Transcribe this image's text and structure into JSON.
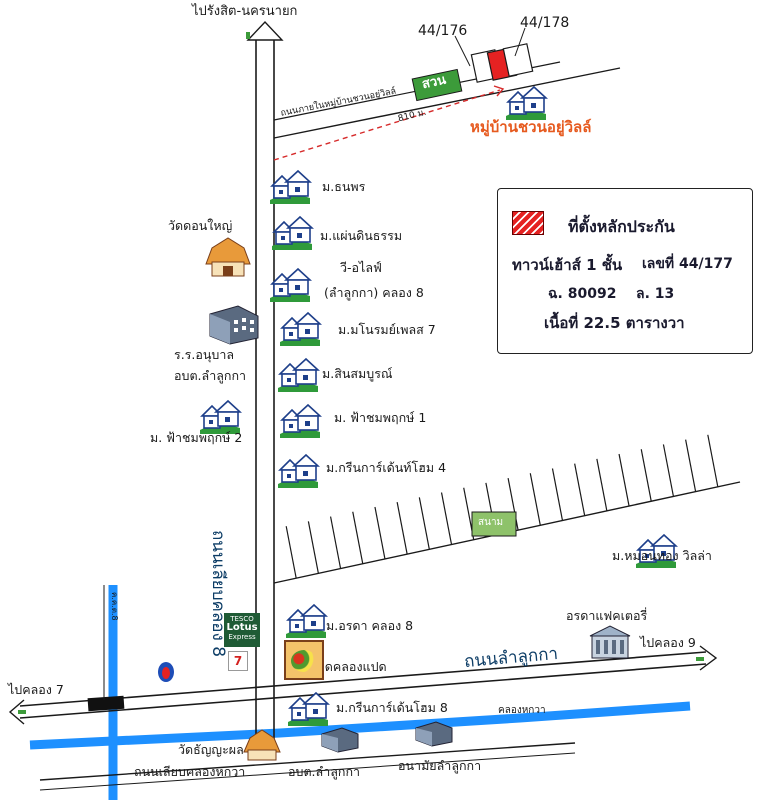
{
  "colors": {
    "road": "#1a1a1a",
    "canal": "#1e90ff",
    "route_dashed": "#d62a2a",
    "highlight": "#e65a1f",
    "park_green": "#3c9b3a",
    "plot_red": "#e52222",
    "road_name_blue": "#0d3d66"
  },
  "directions": {
    "north": "ไปรังสิต-นครนายก",
    "west": "ไปคลอง 7",
    "east": "ไปคลอง 9"
  },
  "roads": {
    "main_vertical": "ถนนเลียบคลอง 8",
    "lamlukka": "ถนนลำลูกกา",
    "bottom": "ถนนเลียบคลองหกวา",
    "inner_road": "ถนนภายในหมู่บ้านชวนอยู่วิลล์",
    "distance": "810 ม.",
    "klong_small": "ค.ค.ต.8"
  },
  "canal": {
    "label": "คลองหกวา"
  },
  "top_area": {
    "plot_left": "44/176",
    "plot_right": "44/178",
    "suan": "สวน",
    "village_name": "หมู่บ้านชวนอยู่วิลล์"
  },
  "villages": [
    {
      "label": "ม.ธนพร",
      "icon": "house-icon"
    },
    {
      "label": "ม.แผ่นดินธรรม",
      "icon": "house-icon"
    },
    {
      "label": "วี-อไลฟ์",
      "icon": "house-icon"
    },
    {
      "label": "(ลำลูกกา) คลอง 8",
      "icon": ""
    },
    {
      "label": "ม.มโนรมย์เพลส 7",
      "icon": "house-icon"
    },
    {
      "label": "ม.สินสมบูรณ์",
      "icon": "house-icon"
    },
    {
      "label": "ม. ฟ้าชมพฤกษ์ 1",
      "icon": "house-icon"
    },
    {
      "label": "ม.กรีนการ์เด้นท์โฮม 4",
      "icon": "house-icon"
    },
    {
      "label": "ม.อรดา คลอง 8",
      "icon": "house-icon"
    },
    {
      "label": "ม.กรีนการ์เด้นโฮม 8",
      "icon": "house-icon"
    }
  ],
  "left_places": {
    "wat_don_yai": "วัดดอนใหญ่",
    "school_line1": "ร.ร.อนุบาล",
    "school_line2": "อบต.ลำลูกกา",
    "fah_chom_2": "ม. ฟ้าชมพฤกษ์ 2"
  },
  "right_places": {
    "sanam": "สนาม",
    "mon_thong": "ม.หมอนทอง วิลล่า",
    "factory": "อรดาแฟคเตอรี่"
  },
  "bottom_places": {
    "market": "ตลาดคลองแปด",
    "wat_thanyaphon": "วัดธัญญะผล",
    "obt": "อบต.ลำลูกกา",
    "health": "อนามัยลำลูกกา"
  },
  "tesco": {
    "line1": "TESCO",
    "line2": "Lotus",
    "line3": "Express"
  },
  "seven": "7",
  "infobox": {
    "title": "ที่ตั้งหลักประกัน",
    "type": "ทาวน์เฮ้าส์ 1 ชั้น",
    "number": "เลขที่ 44/177",
    "deed": "ฉ. 80092",
    "lot": "ล. 13",
    "area": "เนื้อที่ 22.5 ตารางวา"
  }
}
